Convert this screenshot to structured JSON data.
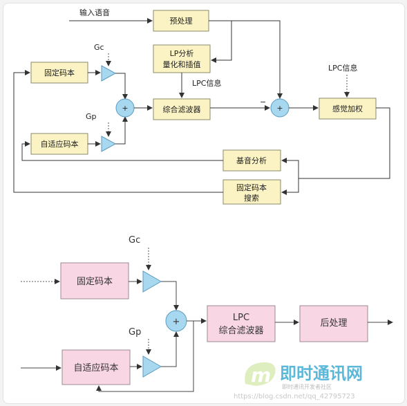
{
  "top_diagram": {
    "input_label": "输入语音",
    "preprocess": "预处理",
    "lp_box_line1": "LP分析",
    "lp_box_line2": "量化和插值",
    "lpc_info_left": "LPC信息",
    "lpc_info_right": "LPC信息",
    "fixed_codebook": "固定码本",
    "adaptive_codebook": "自适应码本",
    "gc": "Gc",
    "gp": "Gp",
    "plus": "+",
    "minus": "−",
    "synthesis_filter": "综合滤波器",
    "perceptual_weighting": "感觉加权",
    "pitch_analysis": "基音分析",
    "fixed_search_line1": "固定码本",
    "fixed_search_line2": "搜索"
  },
  "bottom_diagram": {
    "fixed_codebook": "固定码本",
    "adaptive_codebook": "自适应码本",
    "gc": "Gc",
    "gp": "Gp",
    "plus": "+",
    "lpc_filter_line1": "LPC",
    "lpc_filter_line2": "综合滤波器",
    "postprocess": "后处理"
  },
  "watermark": {
    "logo_m": "m",
    "logo_text": "即时通讯网",
    "sub_text": "即时通讯开发者社区",
    "url": "https://blog.csdn.net/qq_42795723"
  },
  "colors": {
    "yellow_box": "#fbf3c4",
    "yellow_border": "#8a8a6a",
    "pink_box": "#f8d6e4",
    "pink_border": "#9a8a90",
    "blue": "#a7d8ef",
    "blue_border": "#5a9bc0"
  }
}
